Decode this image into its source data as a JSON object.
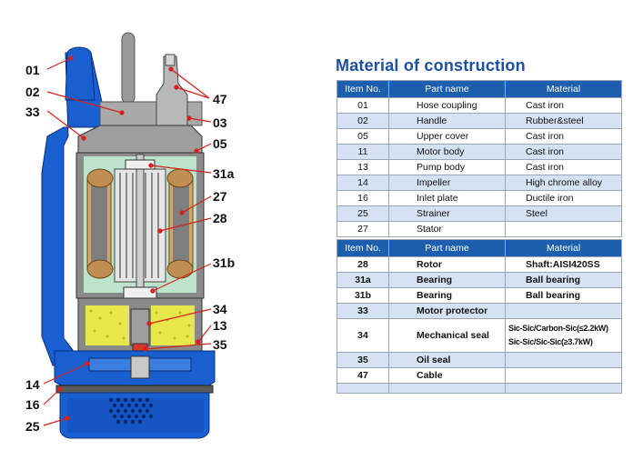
{
  "diagram": {
    "callouts": {
      "c01": "01",
      "c02": "02",
      "c33": "33",
      "c47": "47",
      "c03": "03",
      "c05": "05",
      "c31a": "31a",
      "c27": "27",
      "c28": "28",
      "c31b": "31b",
      "c34": "34",
      "c13": "13",
      "c35": "35",
      "c14": "14",
      "c16": "16",
      "c25": "25"
    },
    "colors": {
      "casing": "#1a5fd0",
      "casing_dark": "#0f3f9a",
      "stator": "#d4a56a",
      "winding": "#8c8c8c",
      "oil": "#e8e84a",
      "cavity": "#bde3cc",
      "steel": "#c9c9c9"
    }
  },
  "table": {
    "title": "Material of construction",
    "header": {
      "item": "Item No.",
      "part": "Part name",
      "material": "Material"
    },
    "group1": [
      {
        "item": "01",
        "part": "Hose coupling",
        "material": "Cast iron"
      },
      {
        "item": "02",
        "part": "Handle",
        "material": "Rubber&steel"
      },
      {
        "item": "05",
        "part": "Upper cover",
        "material": "Cast iron"
      },
      {
        "item": "11",
        "part": "Motor body",
        "material": "Cast iron"
      },
      {
        "item": "13",
        "part": "Pump body",
        "material": "Cast iron"
      },
      {
        "item": "14",
        "part": "Impeller",
        "material": "High chrome alloy"
      },
      {
        "item": "16",
        "part": "Inlet plate",
        "material": "Ductile iron"
      },
      {
        "item": "25",
        "part": "Strainer",
        "material": "Steel"
      },
      {
        "item": "27",
        "part": "Stator",
        "material": ""
      }
    ],
    "group2": [
      {
        "item": "28",
        "part": "Rotor",
        "material": "Shaft:AISI420SS"
      },
      {
        "item": "31a",
        "part": "Bearing",
        "material": "Ball bearing"
      },
      {
        "item": "31b",
        "part": "Bearing",
        "material": "Ball bearing"
      },
      {
        "item": "33",
        "part": "Motor protector",
        "material": ""
      },
      {
        "item": "34",
        "part": "Mechanical seal",
        "material_line1": "Sic-Sic/Carbon-Sic(≤2.2kW)",
        "material_line2": "Sic-Sic/Sic-Sic(≥3.7kW)"
      },
      {
        "item": "35",
        "part": "Oil seal",
        "material": ""
      },
      {
        "item": "47",
        "part": "Cable",
        "material": ""
      }
    ],
    "colors": {
      "header_bg": "#1d5fae",
      "alt_row": "#d5e2f3",
      "title": "#1c4fa3"
    }
  }
}
